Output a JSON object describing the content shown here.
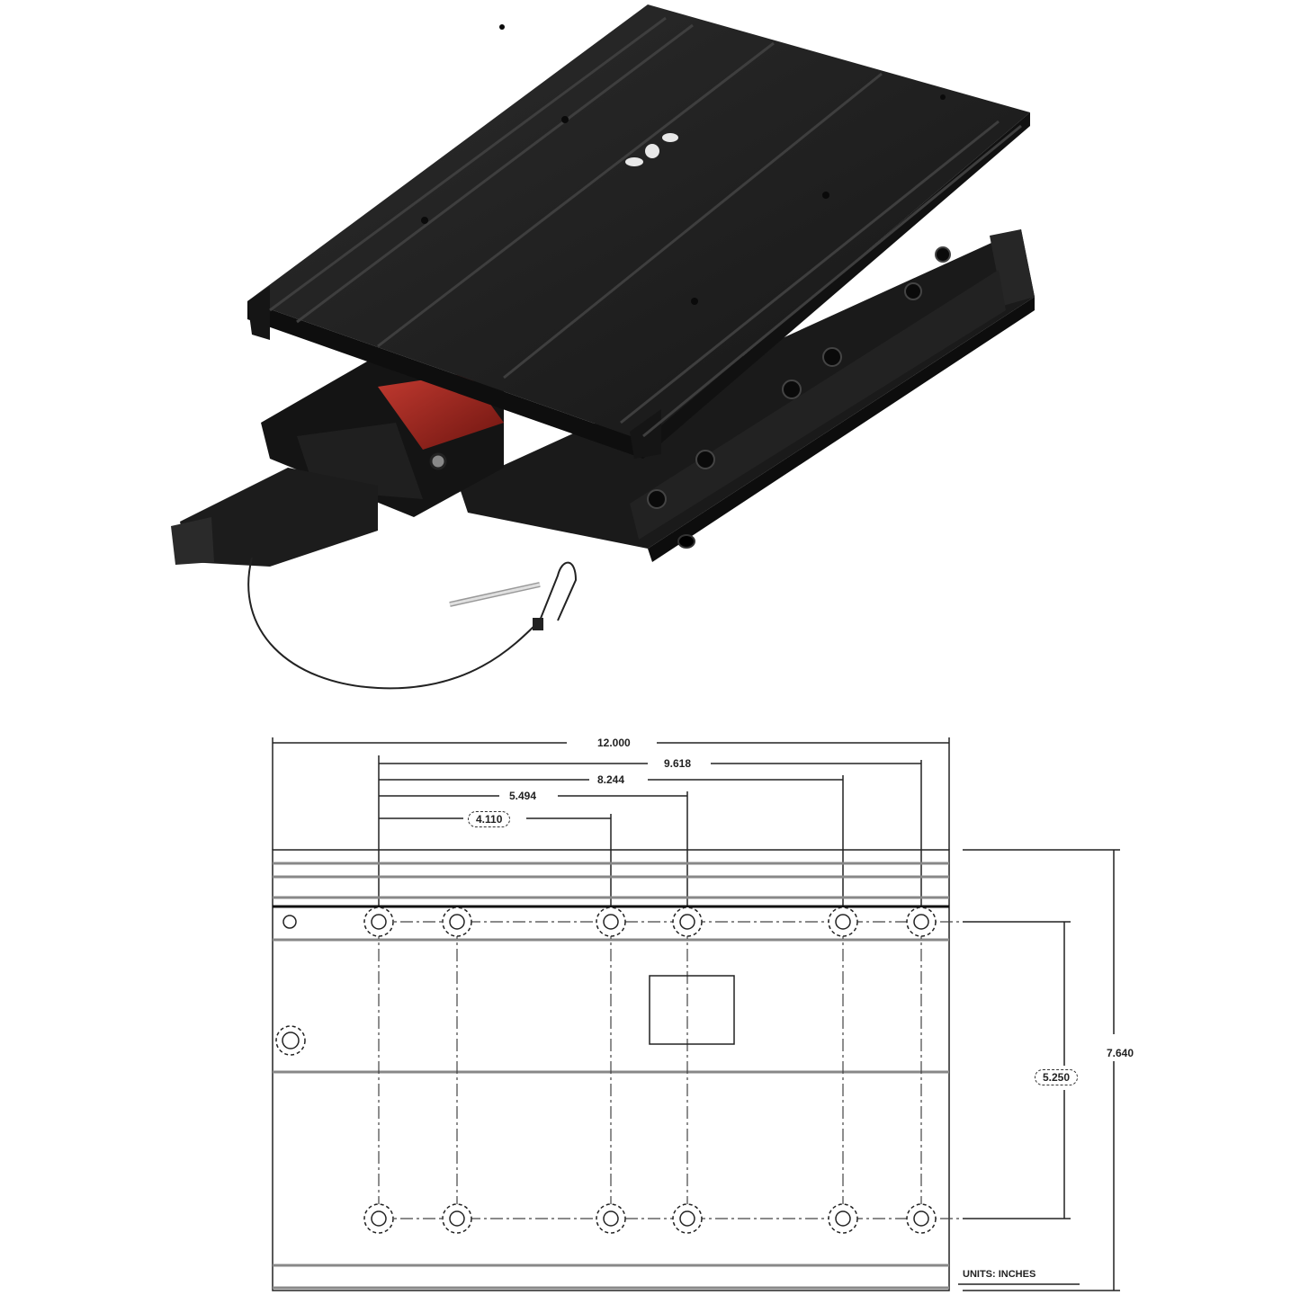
{
  "product_photo": {
    "description": "Black anodized aluminum slide-mount plate assembly, top plate separated above base rail, with locking latch, red label, and keys on lanyard",
    "colors": {
      "metal": "#1e1e1e",
      "metal_highlight": "#3a3a3a",
      "label_red": "#b02a22",
      "background": "#ffffff"
    }
  },
  "drawing": {
    "units_label": "UNITS: INCHES",
    "dimensions": {
      "overall_length": "12.000",
      "hole_span_5": "9.618",
      "hole_span_4": "8.244",
      "hole_span_3": "5.494",
      "hole_span_2": "4.110",
      "row_spacing": "5.250",
      "overall_width": "7.640"
    },
    "circled_dimensions": [
      "4.110",
      "5.250"
    ],
    "hole_rows": 2,
    "holes_per_row": 6,
    "colors": {
      "line": "#222222",
      "band": "#9a9a9a",
      "background": "#ffffff"
    }
  }
}
